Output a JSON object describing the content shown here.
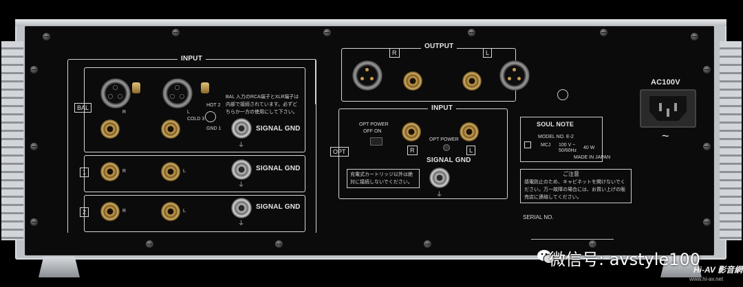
{
  "panel": {
    "input_title": "INPUT",
    "output_title": "OUTPUT",
    "opt_input_title": "INPUT",
    "ac_label": "AC100V",
    "bal_label": "BAL",
    "opt_label": "OPT",
    "ch_r": "R",
    "ch_l": "L",
    "in1": "1",
    "in2": "2",
    "signal_gnd": "SIGNAL GND",
    "opt_power": "OPT POWER",
    "off_on": "OFF ON",
    "opt_power_led": "OPT POWER",
    "bal_note": "BAL 入力のRCA端子とXLR端子は内部で接続されています。必ずどちらか一方の使用にして下さい。",
    "xlr_pin_label": "COLD 3",
    "xlr_pin_label_hot": "HOT 2",
    "xlr_pin_label_gnd": "GND 1",
    "cartridge_note": "充電式カートリッジ以外は絶対に接続しないでください。",
    "brand": "SOUL NOTE",
    "model": "MODEL NO. E-2",
    "mcj": "MCJ",
    "rating_1": "100 V ~",
    "rating_2": "50/60Hz",
    "watts": "40 W",
    "made_in": "MADE IN JAPAN",
    "caution_title": "ご注意",
    "caution_text": "感電防止のため、キャビネットを開けないでください。万一故障の場合には、お買い上げの販売店に連絡してください。",
    "serial": "SERIAL NO.",
    "sine_symbol": "~"
  },
  "watermark": {
    "text": "微信号: avstyle100",
    "brand": "Hi-AV 影音網",
    "url": "www.hi-av.net"
  },
  "colors": {
    "chassis": "#bfc3c8",
    "panel": "#0b0b0c",
    "gold": "#c9a050",
    "silk": "#e6e6e6"
  }
}
